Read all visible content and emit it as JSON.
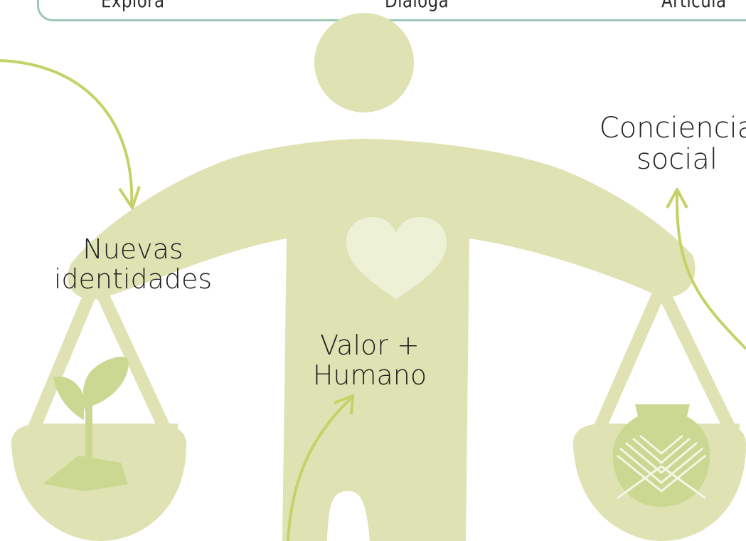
{
  "tabs": [
    "Explora",
    "Dialoga",
    "Articula"
  ],
  "labels": {
    "left": [
      "Nuevas",
      "identidades"
    ],
    "center": [
      "Valor +",
      "Humano"
    ],
    "right": [
      "Conciencia",
      "social"
    ]
  },
  "colors": {
    "figure": "#dfe3b3",
    "heart": "#edf1d6",
    "arrow": "#c4d268",
    "accent": "#cbd892",
    "frame": "#9cc9b6"
  }
}
